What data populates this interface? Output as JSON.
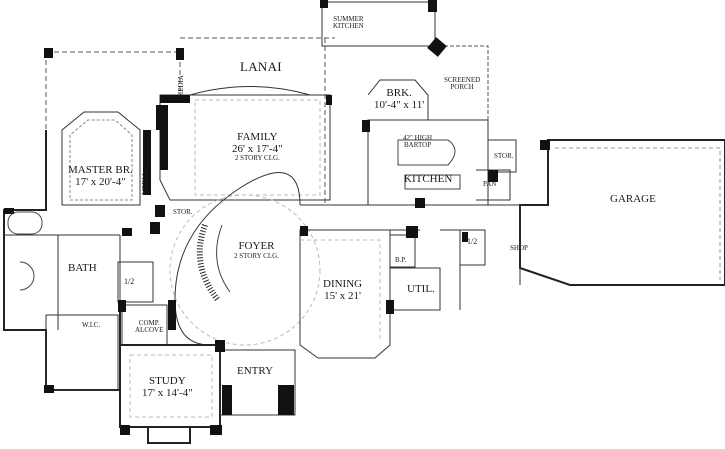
{
  "rooms": {
    "summer_kitchen": {
      "line1": "SUMMER",
      "line2": "KITCHEN"
    },
    "lanai": {
      "name": "LANAI"
    },
    "screened_porch": {
      "line1": "SCREENED",
      "line2": "PORCH"
    },
    "brk": {
      "name": "BRK.",
      "size": "10'-4\" x 11'"
    },
    "family": {
      "name": "FAMILY",
      "size": "26' x 17'-4\"",
      "note": "2 STORY CLG."
    },
    "media_upper": {
      "name": "MEDIA"
    },
    "media_left": {
      "name": "MEDIA"
    },
    "master": {
      "name": "MASTER BR.",
      "size": "17' x 20'-4\""
    },
    "bartop": {
      "line1": "42\" HIGH",
      "line2": "BARTOP"
    },
    "kitchen": {
      "name": "KITCHEN"
    },
    "stor_right": {
      "name": "STOR."
    },
    "pan": {
      "name": "PAN"
    },
    "garage": {
      "name": "GARAGE"
    },
    "stor_mid": {
      "name": "STOR."
    },
    "foyer": {
      "name": "FOYER",
      "note": "2 STORY CLG."
    },
    "half_bath_right": {
      "name": "1/2"
    },
    "shop": {
      "name": "SHOP"
    },
    "bp": {
      "name": "B.P."
    },
    "bath": {
      "name": "BATH"
    },
    "half_bath_left": {
      "name": "1/2"
    },
    "dining": {
      "name": "DINING",
      "size": "15' x 21'"
    },
    "util": {
      "name": "UTIL."
    },
    "wic": {
      "name": "W.I.C."
    },
    "comp_alcove": {
      "line1": "COMP.",
      "line2": "ALCOVE"
    },
    "entry": {
      "name": "ENTRY"
    },
    "study": {
      "name": "STUDY",
      "size": "17' x 14'-4\""
    }
  },
  "colors": {
    "wall": "#111111",
    "line": "#2a2a2a",
    "light": "#9a9a9a",
    "background": "#ffffff"
  }
}
